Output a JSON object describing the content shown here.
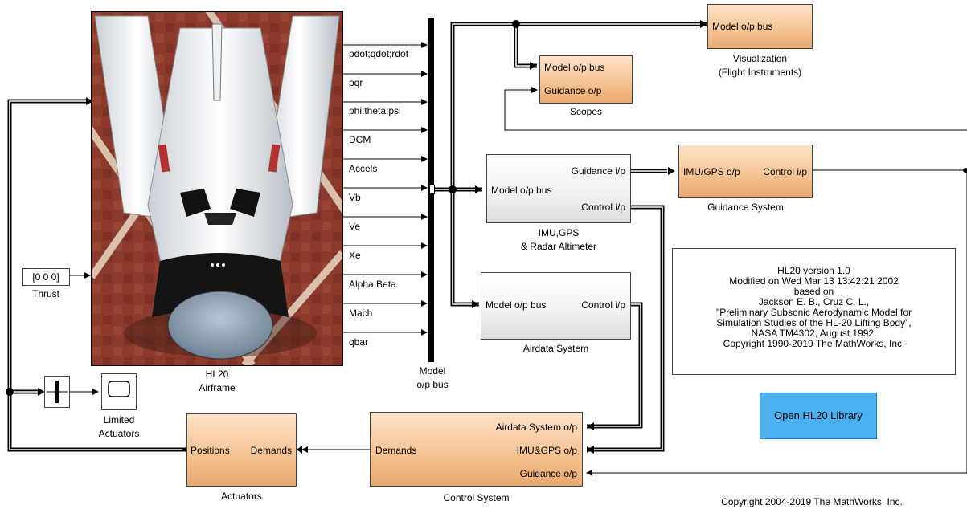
{
  "diagram": {
    "airframe": {
      "caption_line1": "HL20",
      "caption_line2": "Airframe",
      "outputs": [
        "pdot;qdot;rdot",
        "pqr",
        "phi;theta;psi",
        "DCM",
        "Accels",
        "Vb",
        "Ve",
        "Xe",
        "Alpha;Beta",
        "Mach",
        "qbar"
      ]
    },
    "thrust": {
      "value": "[0 0 0]",
      "label": "Thrust"
    },
    "bus_creator": {
      "label_line1": "Model",
      "label_line2": "o/p bus"
    },
    "visualization": {
      "port": "Model o/p  bus",
      "caption_line1": "Visualization",
      "caption_line2": "(Flight Instruments)"
    },
    "scopes": {
      "port_model": "Model o/p bus",
      "port_guidance": "Guidance o/p",
      "caption": "Scopes"
    },
    "imu": {
      "port_in": "Model o/p bus",
      "port_guidance": "Guidance i/p",
      "port_control": "Control i/p",
      "caption_line1": "IMU,GPS",
      "caption_line2": "& Radar Altimeter"
    },
    "guidance": {
      "port_in": "IMU/GPS o/p",
      "port_out": "Control i/p",
      "caption": "Guidance System"
    },
    "airdata": {
      "port_in": "Model o/p bus",
      "port_out": "Control i/p",
      "caption": "Airdata System"
    },
    "control": {
      "port_demands": "Demands",
      "port_airdata": "Airdata System o/p",
      "port_imu": "IMU&GPS o/p",
      "port_guidance": "Guidance o/p",
      "caption": "Control System"
    },
    "actuators": {
      "port_positions": "Positions",
      "port_demands": "Demands",
      "caption": "Actuators"
    },
    "scope_block": {
      "caption_line1": "Limited",
      "caption_line2": "Actuators"
    },
    "info_note": [
      "HL20 version 1.0",
      "Modified on Wed Mar 13 13:42:21 2002",
      "based on",
      "Jackson E. B., Cruz C. L.,",
      "\"Preliminary Subsonic Aerodynamic Model for",
      "Simulation Studies of the HL-20 Lifting Body\",",
      "NASA TM4302, August 1992.",
      "Copyright 1990-2019 The MathWorks, Inc."
    ],
    "library_button": "Open HL20 Library",
    "copyright": "Copyright 2004-2019 The MathWorks, Inc."
  },
  "colors": {
    "subsystem_orange": "#f6c595",
    "subsystem_gray": "#ececec",
    "button_blue": "#4ab0f0",
    "brick": "#8c3a2c"
  }
}
